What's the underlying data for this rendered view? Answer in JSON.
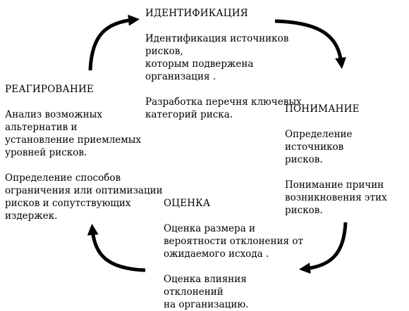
{
  "diagram": {
    "stages": {
      "identify": {
        "title": "ИДЕНТИФИКАЦИЯ",
        "para1": "Идентификация источников рисков,\nкоторым подвержена организация .",
        "para2": "Разработка перечня ключевых\nкатегорий риска."
      },
      "understand": {
        "title": "ПОНИМАНИЕ",
        "para1": "Определение источников\nрисков.",
        "para2": "Понимание причин\nвозникновения этих\nрисков."
      },
      "assess": {
        "title": "ОЦЕНКА",
        "para1": "Оценка размера и\nвероятности отклонения от\nожидаемого исхода .",
        "para2": "Оценка влияния отклонений\nна организацию."
      },
      "respond": {
        "title": "РЕАГИРОВАНИЕ",
        "para1": "Анализ возможных альтернатив и\nустановление приемлемых\nуровней рисков.",
        "para2": "Определение способов\nограничения или оптимизации\nрисков и сопутствующих\nиздержек."
      }
    },
    "arrow_color": "#000000"
  }
}
